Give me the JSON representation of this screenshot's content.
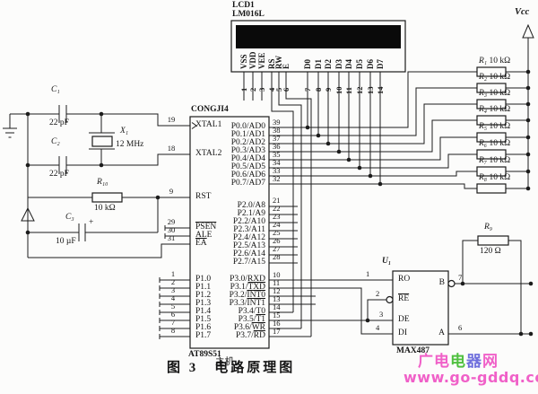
{
  "lcd": {
    "ref": "LCD1",
    "model": "LM016L",
    "pins": [
      {
        "num": "1",
        "label": "VSS"
      },
      {
        "num": "2",
        "label": "VDD"
      },
      {
        "num": "3",
        "label": "VEE"
      },
      {
        "num": "4",
        "label": "RS"
      },
      {
        "num": "5",
        "label": "RW"
      },
      {
        "num": "6",
        "label": "E"
      },
      {
        "num": "7",
        "label": "D0"
      },
      {
        "num": "8",
        "label": "D1"
      },
      {
        "num": "9",
        "label": "D2"
      },
      {
        "num": "10",
        "label": "D3"
      },
      {
        "num": "11",
        "label": "D4"
      },
      {
        "num": "12",
        "label": "D5"
      },
      {
        "num": "13",
        "label": "D6"
      },
      {
        "num": "14",
        "label": "D7"
      }
    ]
  },
  "mcu": {
    "designator": "CONGJI4",
    "part": "AT89S51",
    "role": "主机",
    "left": [
      {
        "num": "19",
        "pre": "XTAL1",
        "ov": ""
      },
      {
        "num": "18",
        "pre": "XTAL2",
        "ov": ""
      },
      {
        "num": "9",
        "pre": "RST",
        "ov": ""
      },
      {
        "num": "29",
        "pre": "",
        "ov": "PSEN"
      },
      {
        "num": "30",
        "pre": "ALE",
        "ov": ""
      },
      {
        "num": "31",
        "pre": "",
        "ov": "EA"
      },
      {
        "num": "1",
        "pre": "P1.0",
        "ov": ""
      },
      {
        "num": "2",
        "pre": "P1.1",
        "ov": ""
      },
      {
        "num": "3",
        "pre": "P1.2",
        "ov": ""
      },
      {
        "num": "4",
        "pre": "P1.3",
        "ov": ""
      },
      {
        "num": "5",
        "pre": "P1.4",
        "ov": ""
      },
      {
        "num": "6",
        "pre": "P1.5",
        "ov": ""
      },
      {
        "num": "7",
        "pre": "P1.6",
        "ov": ""
      },
      {
        "num": "8",
        "pre": "P1.7",
        "ov": ""
      }
    ],
    "p0": [
      {
        "num": "39",
        "label": "P0.0/AD0"
      },
      {
        "num": "38",
        "label": "P0.1/AD1"
      },
      {
        "num": "37",
        "label": "P0.2/AD2"
      },
      {
        "num": "36",
        "label": "P0.3/AD3"
      },
      {
        "num": "35",
        "label": "P0.4/AD4"
      },
      {
        "num": "34",
        "label": "P0.5/AD5"
      },
      {
        "num": "33",
        "label": "P0.6/AD6"
      },
      {
        "num": "32",
        "label": "P0.7/AD7"
      }
    ],
    "p2": [
      {
        "num": "21",
        "label": "P2.0/A8"
      },
      {
        "num": "22",
        "label": "P2.1/A9"
      },
      {
        "num": "23",
        "label": "P2.2/A10"
      },
      {
        "num": "24",
        "label": "P2.3/A11"
      },
      {
        "num": "25",
        "label": "P2.4/A12"
      },
      {
        "num": "26",
        "label": "P2.5/A13"
      },
      {
        "num": "27",
        "label": "P2.6/A14"
      },
      {
        "num": "28",
        "label": "P2.7/A15"
      }
    ],
    "p3": [
      {
        "num": "10",
        "pre": "P3.0/RXD",
        "ov": ""
      },
      {
        "num": "11",
        "pre": "P3.1/",
        "ov": "TXD"
      },
      {
        "num": "12",
        "pre": "P3.2/",
        "ov": "INT0"
      },
      {
        "num": "13",
        "pre": "P3.3/",
        "ov": "INT1"
      },
      {
        "num": "14",
        "pre": "P3.4/T0",
        "ov": ""
      },
      {
        "num": "15",
        "pre": "P3.5/",
        "ov": "T1"
      },
      {
        "num": "16",
        "pre": "P3.6/",
        "ov": "WR"
      },
      {
        "num": "17",
        "pre": "P3.7/",
        "ov": "RD"
      }
    ]
  },
  "crystal": {
    "ref": "X₁",
    "value": "12 MHz"
  },
  "caps": {
    "c1": {
      "ref": "C₁",
      "value": "22 pF"
    },
    "c2": {
      "ref": "C₂",
      "value": "22 pF"
    },
    "c3": {
      "ref": "C₃",
      "value": "10 µF",
      "polarity": "+"
    }
  },
  "resistors": {
    "rst": {
      "ref": "R₁₀",
      "value": "10 kΩ"
    },
    "term": {
      "ref": "R₉",
      "value": "120 Ω"
    },
    "pullups": [
      {
        "name": "R₁",
        "value": "10 kΩ"
      },
      {
        "name": "R₂",
        "value": "10 kΩ"
      },
      {
        "name": "R₃",
        "value": "10 kΩ"
      },
      {
        "name": "R₄",
        "value": "10 kΩ"
      },
      {
        "name": "R₅",
        "value": "10 kΩ"
      },
      {
        "name": "R₆",
        "value": "10 kΩ"
      },
      {
        "name": "R₇",
        "value": "10 kΩ"
      },
      {
        "name": "R₈",
        "value": "10 kΩ"
      }
    ]
  },
  "max487": {
    "ref": "U₁",
    "part": "MAX487",
    "left": [
      {
        "num": "1",
        "pre": "RO",
        "ov": ""
      },
      {
        "num": "2",
        "pre": "",
        "ov": "RE"
      },
      {
        "num": "3",
        "pre": "DE",
        "ov": ""
      },
      {
        "num": "4",
        "pre": "DI",
        "ov": ""
      }
    ],
    "right": [
      {
        "num": "7",
        "label": "B"
      },
      {
        "num": "6",
        "label": "A"
      }
    ]
  },
  "power": {
    "vcc": "Vcc"
  },
  "caption": "图 3　电路原理图",
  "watermark": {
    "chars": [
      {
        "t": "广",
        "c": "#f060c8"
      },
      {
        "t": "电",
        "c": "#f060c8"
      },
      {
        "t": "电",
        "c": "#50c040"
      },
      {
        "t": "器",
        "c": "#7070dd"
      },
      {
        "t": "网",
        "c": "#f060c8"
      }
    ],
    "url": "www.go-gddq.com",
    "url_color": "#f060c8"
  }
}
